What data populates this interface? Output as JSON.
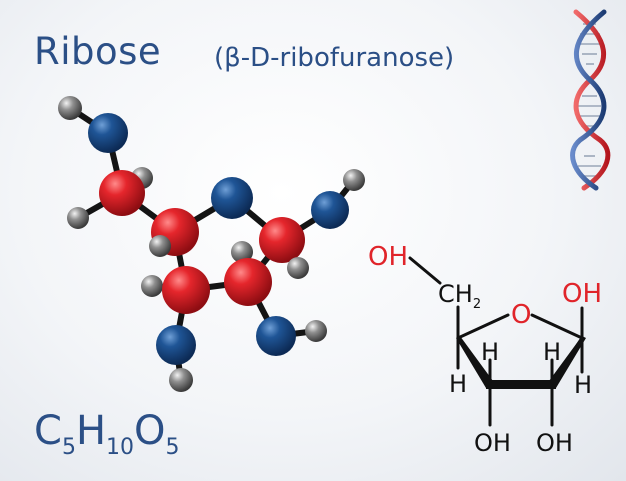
{
  "header": {
    "title": "Ribose",
    "subtitle": "(β-D-ribofuranose)"
  },
  "formula": {
    "C": "C",
    "C_count": "5",
    "H": "H",
    "H_count": "10",
    "O": "O",
    "O_count": "5"
  },
  "structure": {
    "oh_top_left": "OH",
    "ch2": "CH",
    "ch2_sub": "2",
    "ring_o": "O",
    "oh_right": "OH",
    "h_left_outer": "H",
    "h_left_inner": "H",
    "h_right_inner": "H",
    "h_right_outer": "H",
    "oh_bottom_left": "OH",
    "oh_bottom_right": "OH"
  },
  "colors": {
    "title_blue": "#2b4f86",
    "atom_carbon_red": "#e0242a",
    "atom_oxygen_blue": "#1f4f8f",
    "atom_hydrogen_gray": "#8a8a8a",
    "dna_red": "#d6202a",
    "dna_blue": "#2a4d8a"
  },
  "icons": {
    "dna": "dna-helix-icon",
    "molecule": "ball-and-stick-model"
  }
}
